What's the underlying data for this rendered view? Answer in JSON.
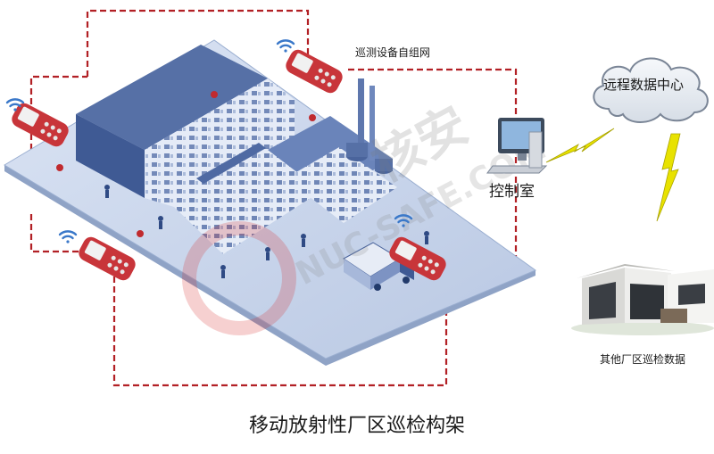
{
  "labels": {
    "network": "巡测设备自组网",
    "control_room": "控制室",
    "cloud": "远程数据中心",
    "other_plant": "其他厂区巡检数据",
    "title": "移动放射性厂区巡检构架"
  },
  "watermark": {
    "text": "核安",
    "subtext": "NUC-SAFE.COM"
  },
  "colors": {
    "dashed_link": "#b22025",
    "floor_top": "#c9d6ec",
    "floor_side": "#8fa3c6",
    "building_wall": "#5670a6",
    "device_body": "#c8353a",
    "lightning": "#e8e200",
    "wifi": "#3a78c9"
  },
  "icons": [
    "wifi-icon",
    "handheld-detector-icon",
    "computer-icon",
    "cloud-icon",
    "lightning-icon",
    "house-icon",
    "truck-icon"
  ]
}
